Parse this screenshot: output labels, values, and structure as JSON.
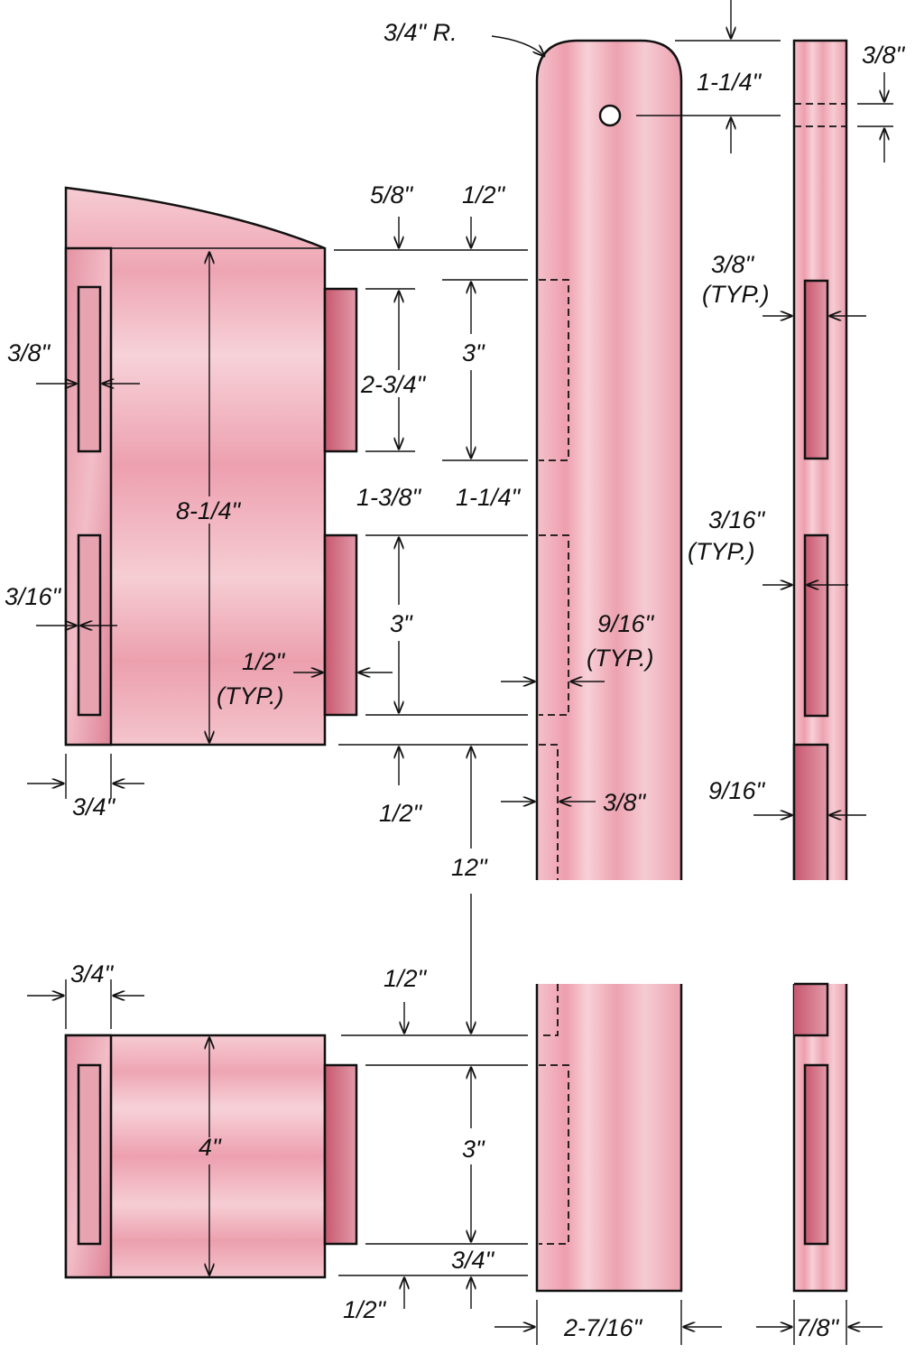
{
  "labels": {
    "top_radius": "3/4\" R.",
    "hole_from_top": "1-1/4\"",
    "hole_dia_edge": "3/8\"",
    "top_offset_a": "5/8\"",
    "top_offset_b": "1/2\"",
    "upper_mortise_len": "3\"",
    "upper_tenon_len": "2-3/4\"",
    "left_mortise_width": "3/8\"",
    "upper_rail_width": "8-1/4\"",
    "edge_mortise_typ": "3/8\"",
    "typ_1": "(TYP.)",
    "gap_a": "1-3/8\"",
    "gap_b": "1-1/4\"",
    "left_offset": "3/16\"",
    "edge_offset": "3/16\"",
    "typ_2": "(TYP.)",
    "mid_mortise_len": "3\"",
    "tenon_len": "1/2\"",
    "typ_3": "(TYP.)",
    "mortise_depth": "9/16\"",
    "typ_4": "(TYP.)",
    "rail_thickness_top": "3/4\"",
    "haunch_gap": "1/2\"",
    "haunch_depth": "3/8\"",
    "edge_haunch": "9/16\"",
    "spacing": "12\"",
    "rail_thickness_bottom": "3/4\"",
    "lower_gap": "1/2\"",
    "lower_rail_width": "4\"",
    "lower_mortise_len": "3\"",
    "bottom_offset": "3/4\"",
    "bottom_gap": "1/2\"",
    "stile_width": "2-7/16\"",
    "stile_thickness": "7/8\""
  }
}
